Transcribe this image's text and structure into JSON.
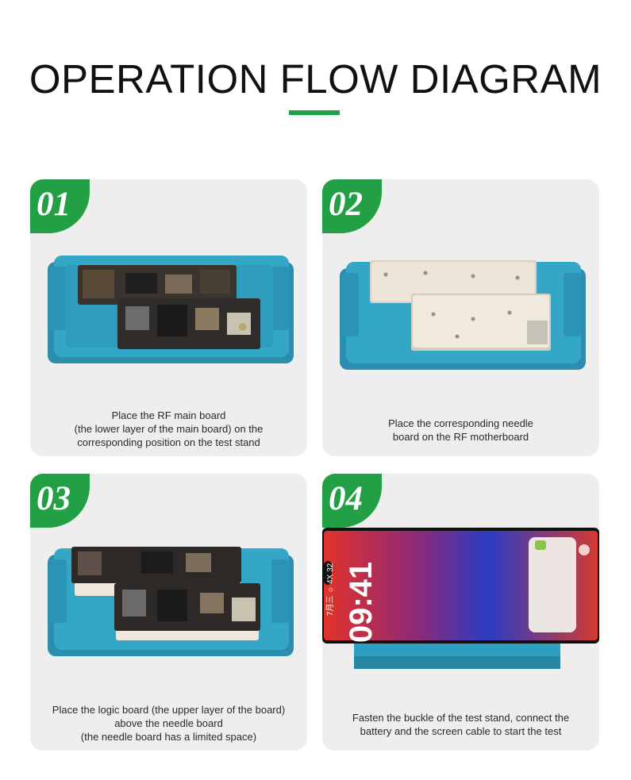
{
  "header": {
    "title": "OPERATION FLOW DIAGRAM"
  },
  "colors": {
    "accent": "#23a045",
    "card_bg": "#eeeeee",
    "fixture_blue": "#2d9fc0",
    "text": "#2a2a2a"
  },
  "steps": [
    {
      "number": "01",
      "caption_lines": [
        "Place the RF main board",
        "(the lower layer of the main board) on the",
        "corresponding position on the test stand"
      ]
    },
    {
      "number": "02",
      "caption_lines": [
        "Place the corresponding needle",
        "board on the RF motherboard"
      ]
    },
    {
      "number": "03",
      "caption_lines": [
        "Place the logic board (the upper layer of the board)",
        "above the needle board",
        "(the needle board has a limited space)"
      ]
    },
    {
      "number": "04",
      "caption_lines": [
        "Fasten the buckle of the test stand, connect the",
        "battery and the screen cable to start the test"
      ],
      "phone_screen": {
        "date": "7月三 ☼ 4X 32",
        "time": "09:41"
      }
    }
  ]
}
